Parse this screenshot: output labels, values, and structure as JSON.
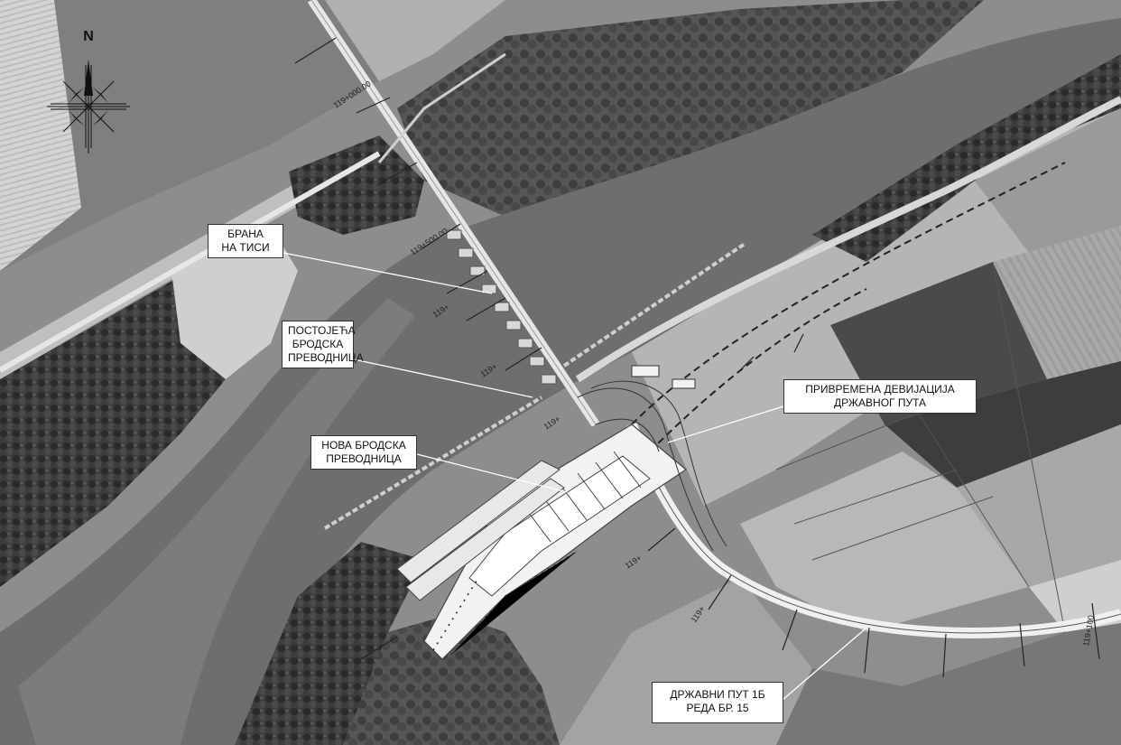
{
  "compass": {
    "north_letter": "N",
    "icon": "compass-rose-icon"
  },
  "labels": {
    "dam": {
      "line1": "БРАНА",
      "line2": "НА ТИСИ"
    },
    "existing_lock": {
      "line1": "ПОСТОЈЕЋА",
      "line2": "БРОДСКА",
      "line3": "ПРЕВОДНИЦА"
    },
    "deviation": {
      "line1": "ПРИВРЕМЕНА ДЕВИЈАЦИЈА",
      "line2": "ДРЖАВНОГ ПУТА"
    },
    "new_lock": {
      "line1": "НОВА БРОДСКА",
      "line2": "ПРЕВОДНИЦА"
    },
    "state_road": {
      "line1": "ДРЖАВНИ ПУТ 1Б",
      "line2": "РЕДА БР. 15"
    }
  },
  "chainage": {
    "c1": "119+000.00",
    "c2": "119+500.00",
    "c3": "119+",
    "c4": "119+",
    "c5": "119+",
    "c6": "119+",
    "c7": "119+",
    "c8": "119+100"
  },
  "colors": {
    "river": "#6f6f6f",
    "field_light": "#c9c9c9",
    "field_mid": "#9a9a9a",
    "forest": "#3a3a3a",
    "road": "#e0e0e0",
    "structure": "#f2f2f2"
  }
}
